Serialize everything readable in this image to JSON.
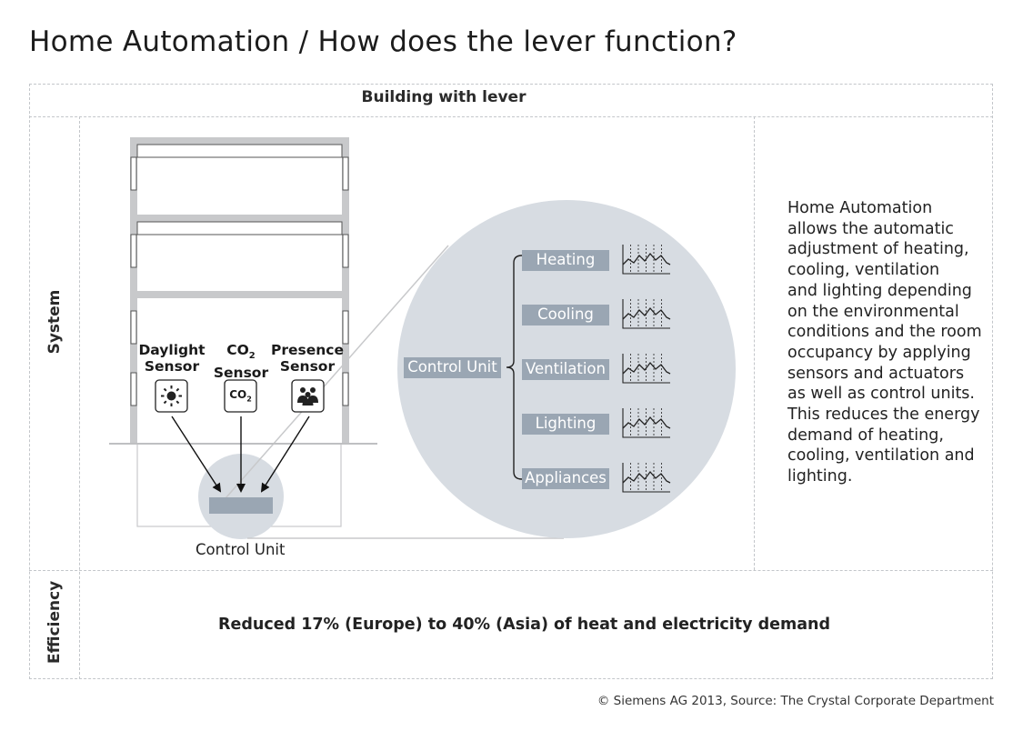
{
  "title": "Home Automation / How does the lever function?",
  "header": "Building with lever",
  "row_labels": {
    "system": "System",
    "efficiency": "Efficiency"
  },
  "building": {
    "sensors": [
      {
        "label_line1": "Daylight",
        "label_line2": "Sensor",
        "icon": "sun-icon"
      },
      {
        "label_line1": "CO",
        "label_sub": "2",
        "label_line2": "Sensor",
        "icon": "co2-icon",
        "icon_text": "CO",
        "icon_sub": "2"
      },
      {
        "label_line1": "Presence",
        "label_line2": "Sensor",
        "icon": "people-icon"
      }
    ],
    "control_unit_label": "Control Unit"
  },
  "zoom": {
    "control_unit_label": "Control Unit",
    "outputs": [
      "Heating",
      "Cooling",
      "Ventilation",
      "Lighting",
      "Appliances"
    ]
  },
  "description_lines": [
    "Home Automation",
    "allows the automatic",
    "adjustment of heating,",
    "cooling, ventilation",
    "and lighting depending",
    "on the environmental",
    "conditions and the room",
    "occupancy by applying",
    "sensors and actuators",
    "as well as control units.",
    "This reduces the energy",
    "demand of heating,",
    "cooling, ventilation and",
    "lighting."
  ],
  "efficiency_text": "Reduced 17% (Europe) to 40% (Asia) of heat and electricity demand",
  "copyright": "© Siemens AG 2013, Source: The Crystal Corporate Department",
  "colors": {
    "grey_fill": "#d7dce2",
    "label_box": "#9aa6b3",
    "building_grey": "#c8c9cb",
    "dash": "#c3c6ca"
  }
}
